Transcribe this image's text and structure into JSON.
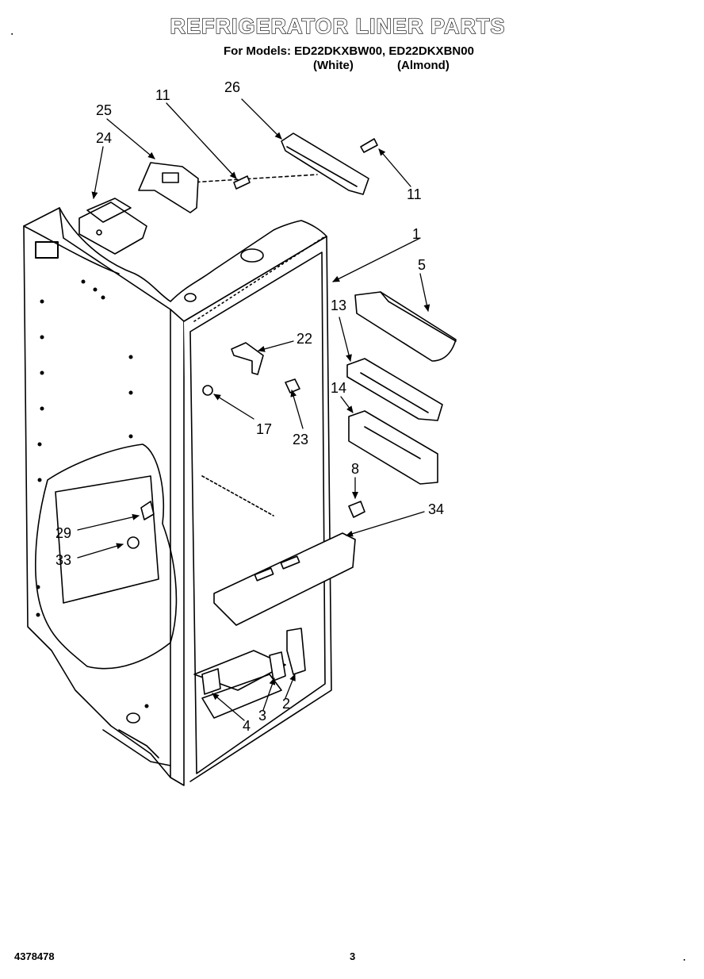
{
  "title": "REFRIGERATOR LINER PARTS",
  "models": {
    "prefix": "For Models:",
    "list": "ED22DKXBW00, ED22DKXBN00",
    "white": "(White)",
    "almond": "(Almond)"
  },
  "callouts": {
    "c1": "1",
    "c2": "2",
    "c3": "3",
    "c4": "4",
    "c5": "5",
    "c8": "8",
    "c11a": "11",
    "c11b": "11",
    "c13": "13",
    "c14": "14",
    "c17": "17",
    "c22": "22",
    "c23": "23",
    "c24": "24",
    "c25": "25",
    "c26": "26",
    "c29": "29",
    "c33": "33",
    "c34": "34"
  },
  "footer": {
    "part_number": "4378478",
    "page": "3"
  },
  "marks": {
    "top_left": "▪",
    "bottom_right": "▪"
  }
}
